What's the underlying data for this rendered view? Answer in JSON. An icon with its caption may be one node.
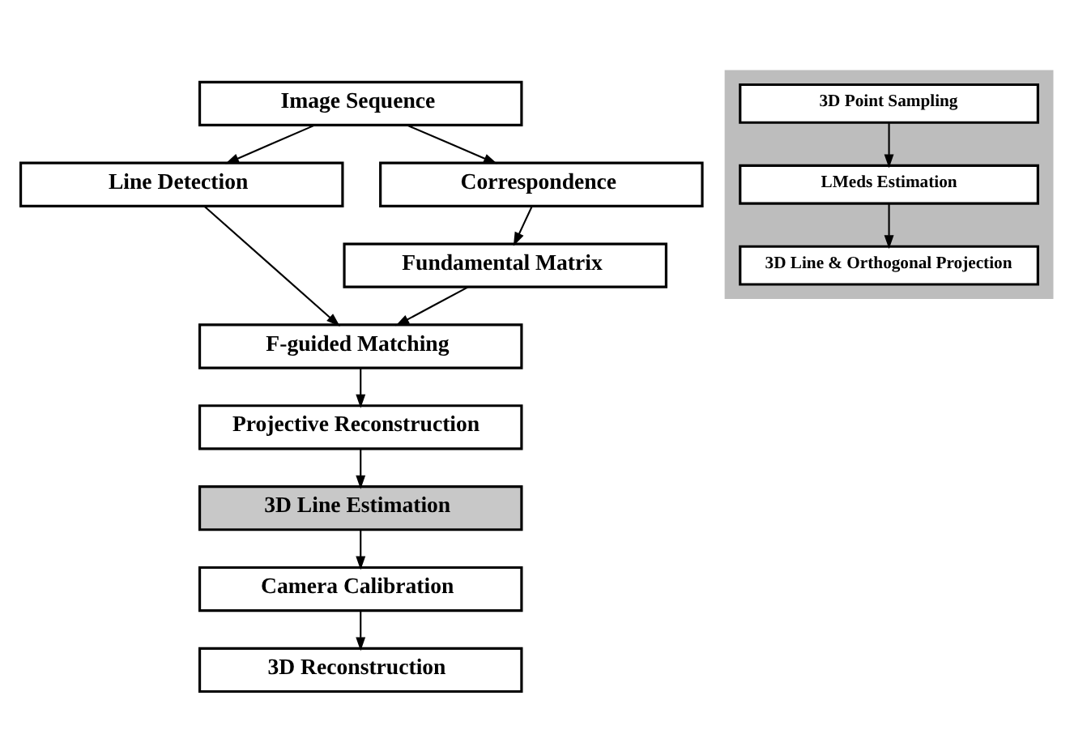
{
  "diagram": {
    "nodes": [
      {
        "text": [
          "Image Sequence"
        ]
      },
      {
        "text": [
          "Line Detection"
        ]
      },
      {
        "text": [
          "Correspondence"
        ]
      },
      {
        "text": [
          "Fundamental Matrix"
        ]
      },
      {
        "text": [
          "F-guided Matching"
        ]
      },
      {
        "text": [
          "Projective Reconstruction"
        ]
      },
      {
        "text": [
          "3D Line Estimation"
        ]
      },
      {
        "text": [
          "Camera Calibration"
        ]
      },
      {
        "text": [
          "3D Reconstruction"
        ]
      },
      {
        "text": [],
        "shape": "box"
      },
      {
        "text": [
          "3D Point Sampling"
        ],
        "in": 9
      },
      {
        "text": [
          "LMeds Estimation"
        ],
        "in": 9
      },
      {
        "text": [
          "3D Line & Orthogonal Projection"
        ],
        "in": 9
      }
    ],
    "edges": [
      {
        "from": 0,
        "to": 1,
        "arrow": "to"
      },
      {
        "from": 0,
        "to": 2,
        "arrow": "to"
      },
      {
        "from": 2,
        "to": 3,
        "arrow": "to"
      },
      {
        "from": 1,
        "to": 4,
        "arrow": "to"
      },
      {
        "from": 3,
        "to": 4,
        "arrow": "to"
      },
      {
        "from": 4,
        "to": 5,
        "arrow": "to"
      },
      {
        "from": 5,
        "to": 6,
        "arrow": "to"
      },
      {
        "from": 6,
        "to": 7,
        "arrow": "to"
      },
      {
        "from": 7,
        "to": 8,
        "arrow": "to"
      },
      {
        "from": 10,
        "to": 11,
        "arrow": "to"
      },
      {
        "from": 11,
        "to": 12,
        "arrow": "to"
      }
    ]
  }
}
